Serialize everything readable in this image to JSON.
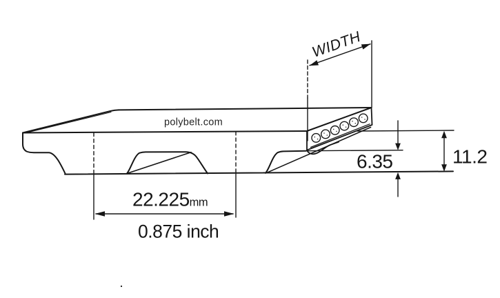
{
  "watermark": {
    "text": "polybelt.com"
  },
  "labels": {
    "width": "WIDTH",
    "overall_height": "11.2",
    "tooth_height": "6.35",
    "pitch_value": "22.225",
    "pitch_unit": "mm",
    "pitch_inch": "0.875 inch"
  },
  "colors": {
    "ink": "#161616",
    "background": "#ffffff",
    "watermark_ink": "#232323"
  }
}
